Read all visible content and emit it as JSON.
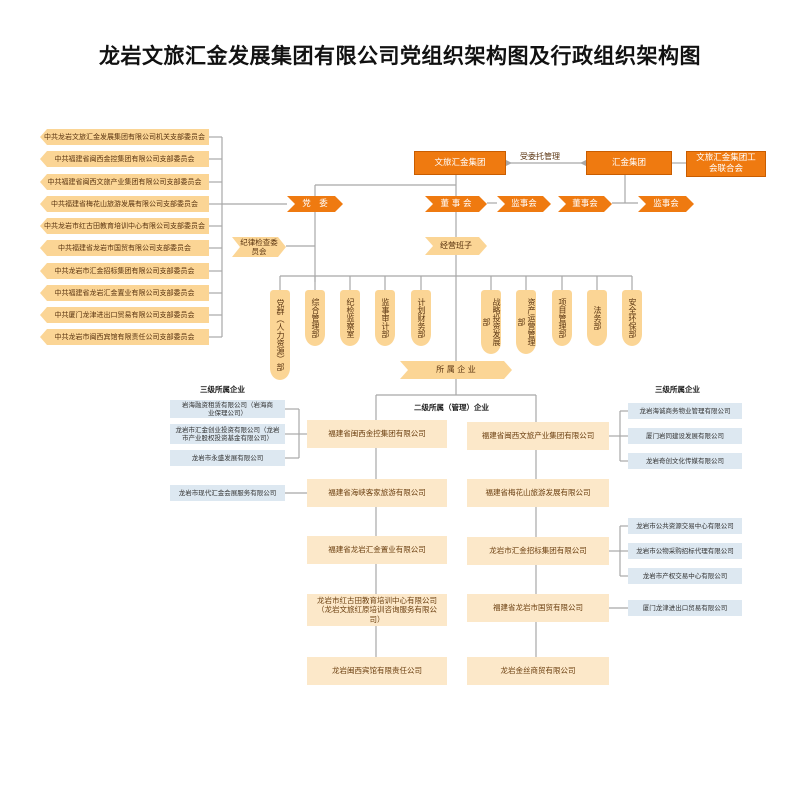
{
  "title": "龙岩文旅汇金发展集团有限公司党组织架构图及行政组织架构图",
  "party_branches": [
    "中共龙岩文旅汇金发展集团有限公司机关支部委员会",
    "中共福建省闽西金控集团有限公司支部委员会",
    "中共福建省闽西文旅产业集团有限公司支部委员会",
    "中共福建省梅花山旅游发展有限公司支部委员会",
    "中共龙岩市红古田教育培训中心有限公司支部委员会",
    "中共福建省龙岩市国贸有限公司支部委员会",
    "中共龙岩市汇金招标集团有限公司支部委员会",
    "中共福建省龙岩汇金置业有限公司支部委员会",
    "中共厦门龙津进出口贸易有限公司支部委员会",
    "中共龙岩市闽西宾馆有限责任公司支部委员会"
  ],
  "top": {
    "wenlv": "文旅汇金集团",
    "entrust": "受委托管理",
    "huijin": "汇金集团",
    "union": "文旅汇金集团工会联合会",
    "dangwei": "党　委",
    "board": "董 事 会",
    "supervisors": "监事会",
    "board2": "董事会",
    "supervisors2": "监事会",
    "discipline": "纪律检查委员会",
    "management": "经营班子",
    "enterprises": "所 属 企 业"
  },
  "departments": [
    "党群（人力资源）部",
    "综合管理部",
    "纪检监察室",
    "监事审计部",
    "计划财务部",
    "战略投资发展部",
    "资产运营管理部",
    "项目管理部",
    "法务部",
    "安全环保部"
  ],
  "sections": {
    "level3_left": "三级所属企业",
    "level2": "二级所属（管理）企业",
    "level3_right": "三级所属企业"
  },
  "level2_left": [
    "福建省闽西金控集团有限公司",
    "福建省海峡客家旅游有限公司",
    "福建省龙岩汇金置业有限公司",
    "龙岩市红古田教育培训中心有限公司（龙岩文旅红原培训咨询服务有限公司）",
    "龙岩闽西宾馆有限责任公司"
  ],
  "level2_right": [
    "福建省闽西文旅产业集团有限公司",
    "福建省梅花山旅游发展有限公司",
    "龙岩市汇金招标集团有限公司",
    "福建省龙岩市国贸有限公司",
    "龙岩金丝商贸有限公司"
  ],
  "level3_left_items": [
    "岩海融资租赁有限公司（岩海商业保理公司）",
    "龙岩市汇金创业投资有限公司（龙岩市产业股权投资基金有限公司）",
    "龙岩市永盛发展有限公司",
    "龙岩市现代汇金会展服务有限公司"
  ],
  "level3_right_items": [
    "龙岩海诚商务物业管理有限公司",
    "厦门岩同建设发展有限公司",
    "龙岩奇创文化传媒有限公司",
    "龙岩市公共资源交易中心有限公司",
    "龙岩市公物采购招标代理有限公司",
    "龙岩市产权交易中心有限公司",
    "厦门龙津进出口贸易有限公司"
  ]
}
